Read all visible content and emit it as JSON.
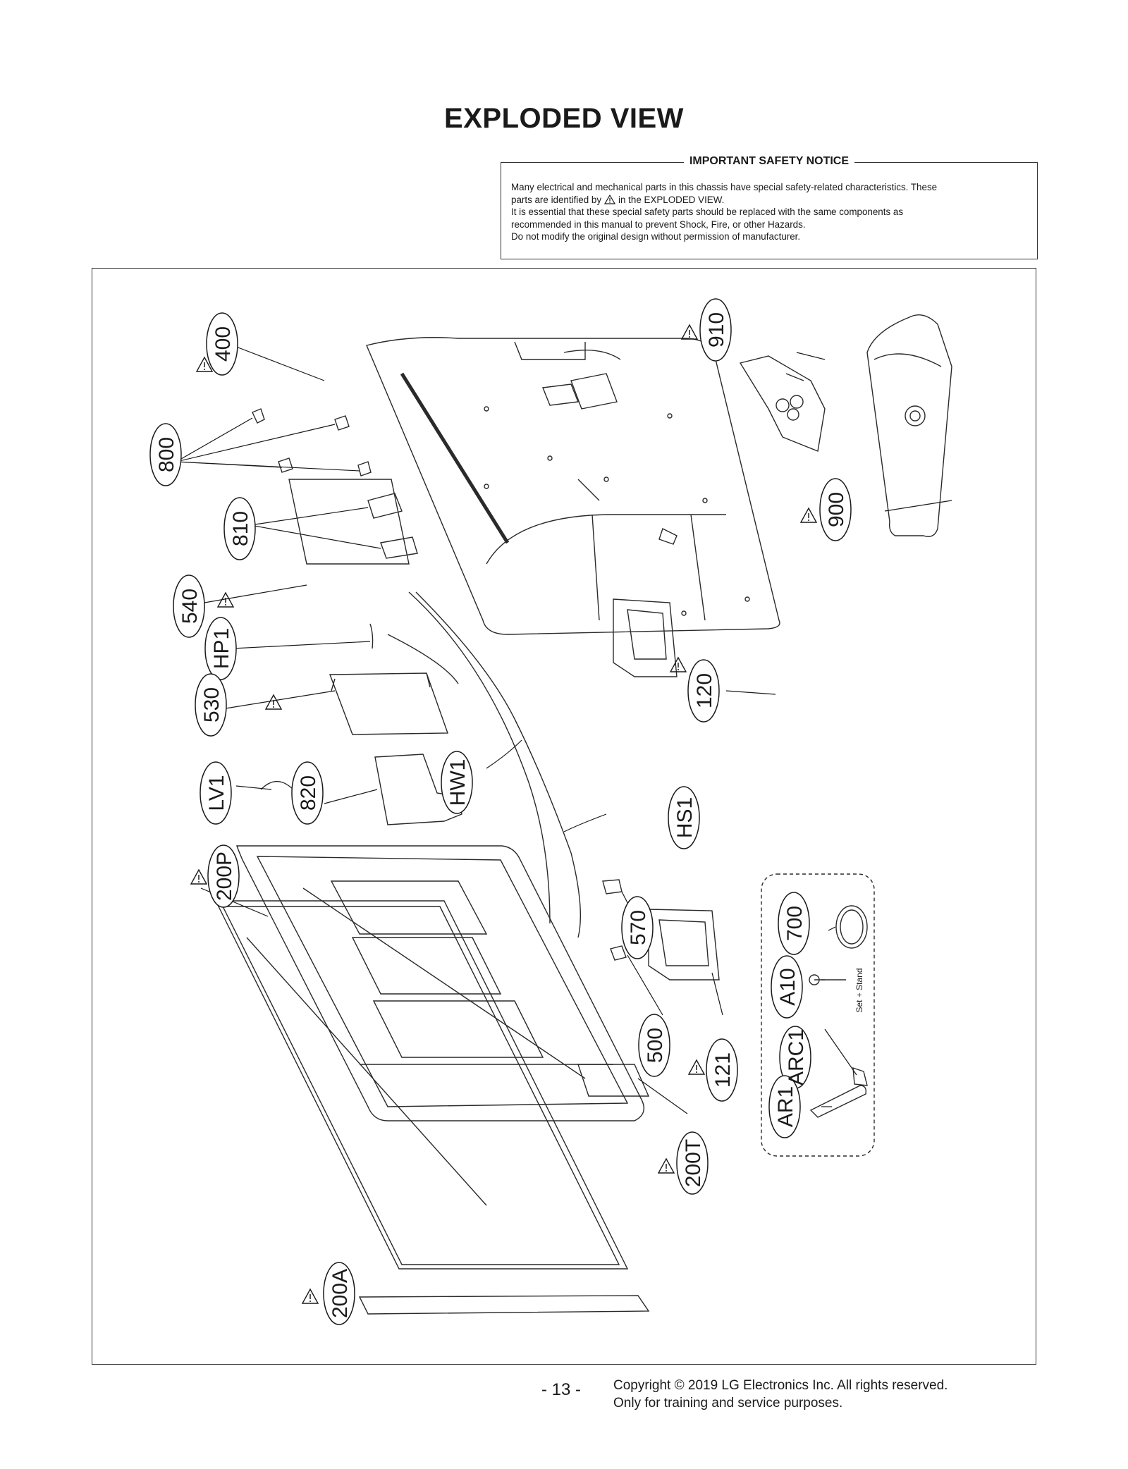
{
  "page": {
    "title": "EXPLODED VIEW",
    "page_number": "- 13 -",
    "copyright_line1": "Copyright © 2019 LG Electronics Inc. All rights reserved.",
    "copyright_line2": "Only for training and service purposes."
  },
  "notice": {
    "heading": "IMPORTANT SAFETY NOTICE",
    "line1": "Many electrical and mechanical parts in this chassis have special safety-related characteristics. These",
    "line2a": "parts are identified by",
    "line2b": "in the EXPLODED VIEW.",
    "line3": "It is essential that these special safety parts should be replaced with the same components as",
    "line4": "recommended in this manual to prevent Shock, Fire, or other Hazards.",
    "line5": "Do not modify the original design without permission of manufacturer."
  },
  "parts": {
    "p400": "400",
    "p910": "910",
    "p900": "900",
    "p800": "800",
    "p810": "810",
    "p540": "540",
    "pHP1": "HP1",
    "p530": "530",
    "p120": "120",
    "pLV1": "LV1",
    "p820": "820",
    "pHW1": "HW1",
    "pHS1": "HS1",
    "p200P": "200P",
    "p570": "570",
    "p700": "700",
    "pA10": "A10",
    "pARC1": "ARC1",
    "pAR1": "AR1",
    "p500": "500",
    "p121": "121",
    "p200T": "200T",
    "p200A": "200A",
    "set_stand": "Set + Stand"
  }
}
